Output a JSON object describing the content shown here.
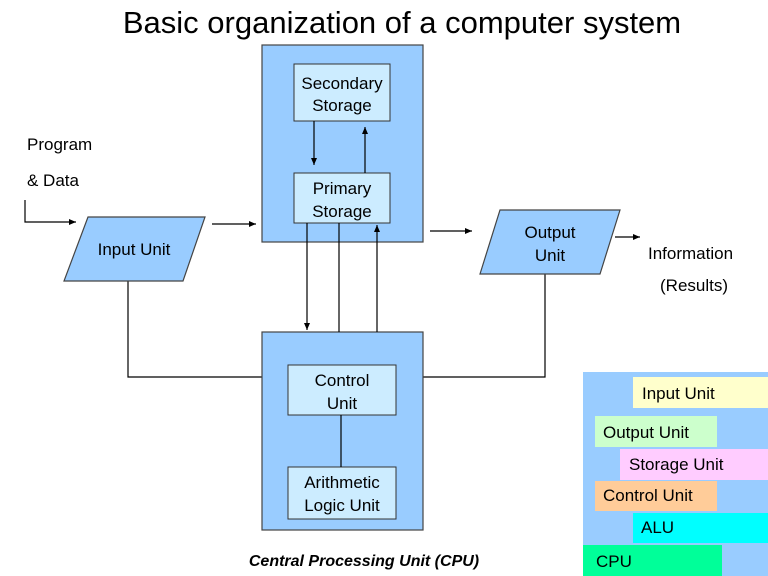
{
  "title": "Basic organization of a computer system",
  "input_label": [
    "Program",
    "& Data"
  ],
  "output_label": [
    "Information",
    "(Results)"
  ],
  "units": {
    "input": [
      "Input Unit"
    ],
    "output": [
      "Output",
      "Unit"
    ],
    "secondary_storage": [
      "Secondary",
      "Storage"
    ],
    "primary_storage": [
      "Primary",
      "Storage"
    ],
    "control": [
      "Control",
      "Unit"
    ],
    "alu": [
      "Arithmetic",
      "Logic Unit"
    ]
  },
  "cpu_caption": "Central Processing Unit (CPU)",
  "legend": [
    {
      "label": "Input Unit",
      "color": "#ffffcc"
    },
    {
      "label": "Output Unit",
      "color": "#ccffcc"
    },
    {
      "label": "Storage Unit",
      "color": "#ffccff"
    },
    {
      "label": "Control Unit",
      "color": "#ffcc99"
    },
    {
      "label": "ALU",
      "color": "#00ffff"
    },
    {
      "label": "CPU",
      "color": "#00ff99"
    }
  ],
  "colors": {
    "block": "#99ccff",
    "inner": "#ccecff",
    "legend_bg": "#99ccff"
  }
}
